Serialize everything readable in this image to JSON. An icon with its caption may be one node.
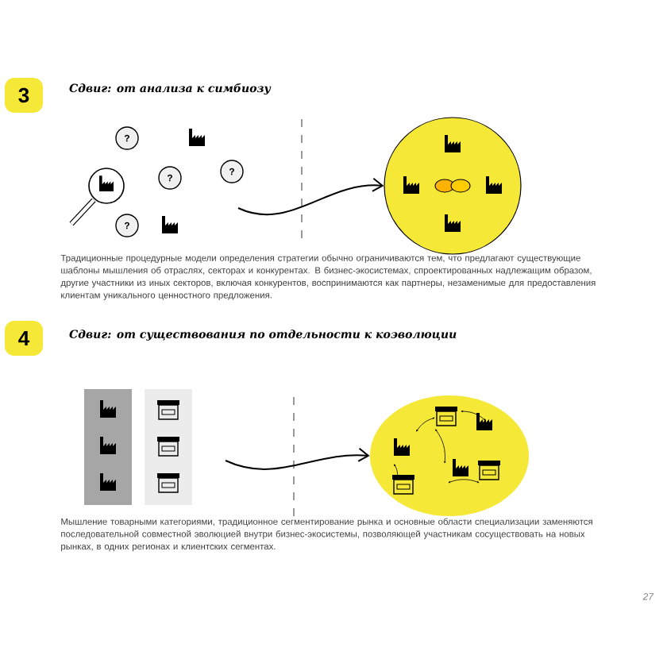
{
  "diagram": {
    "nodes": [
      {
        "text": [
          "3"
        ],
        "beside": [
          "Сдвиг: от анализа к симбиозу"
        ]
      },
      {
        "text": [
          "?"
        ]
      },
      {
        "text": [
          "?"
        ]
      },
      {
        "text": [
          "?"
        ]
      },
      {
        "text": [
          "?"
        ]
      },
      {
        "text": [],
        "shape": "circle"
      },
      {
        "text": [
          "4"
        ],
        "beside": [
          "Сдвиг: от существования по отдельности к коэволюции"
        ]
      },
      {
        "text": [],
        "shape": "blob"
      }
    ],
    "edges": [
      {
        "from": null,
        "to": 5,
        "arrow": "to"
      },
      {
        "from": null,
        "to": 7,
        "arrow": "to"
      }
    ],
    "labels": [
      "Традиционные процедурные модели определения стратегии обычно ограничиваются тем, что предлагают существующие шаблоны мышления об отраслях, секторах и конкурентах. В бизнес-экосистемах, спроектированных надлежащим образом, другие участники из иных секторов, включая конкурентов, воспринимаются как партнеры, незаменимые для предоставления клиентам уникального ценностного предложения.",
      "Мышление товарными категориями, традиционное сегментирование рынка и основные области специализации заменяются последовательной совместной эволюцией внутри бизнес-экосистемы, позволяющей участникам сосуществовать на новых рынках, в одних регионах и клиентских сегментах.",
      "27"
    ]
  }
}
